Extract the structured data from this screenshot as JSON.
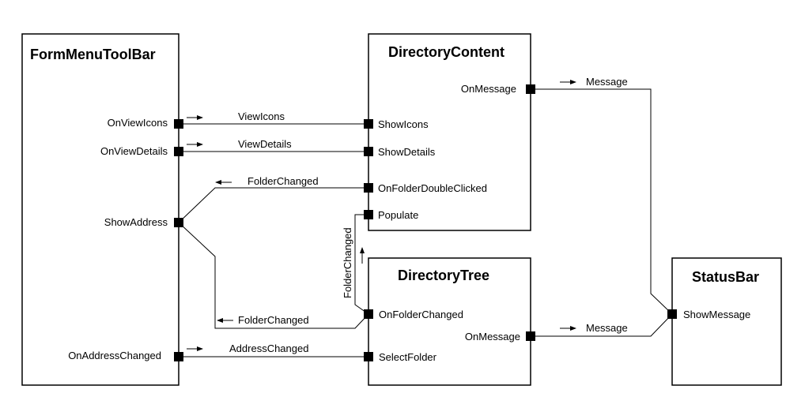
{
  "components": {
    "form_menu_toolbar": {
      "title": "FormMenuToolBar",
      "ports": {
        "on_view_icons": "OnViewIcons",
        "on_view_details": "OnViewDetails",
        "show_address": "ShowAddress",
        "on_address_changed": "OnAddressChanged"
      }
    },
    "directory_content": {
      "title": "DirectoryContent",
      "ports": {
        "on_message": "OnMessage",
        "show_icons": "ShowIcons",
        "show_details": "ShowDetails",
        "on_folder_double_clicked": "OnFolderDoubleClicked",
        "populate": "Populate"
      }
    },
    "directory_tree": {
      "title": "DirectoryTree",
      "ports": {
        "on_folder_changed": "OnFolderChanged",
        "on_message": "OnMessage",
        "select_folder": "SelectFolder"
      }
    },
    "status_bar": {
      "title": "StatusBar",
      "ports": {
        "show_message": "ShowMessage"
      }
    }
  },
  "connections": {
    "view_icons": "ViewIcons",
    "view_details": "ViewDetails",
    "folder_changed_content": "FolderChanged",
    "folder_changed_tree": "FolderChanged",
    "folder_changed_vertical": "FolderChanged",
    "address_changed": "AddressChanged",
    "message_content": "Message",
    "message_tree": "Message"
  }
}
